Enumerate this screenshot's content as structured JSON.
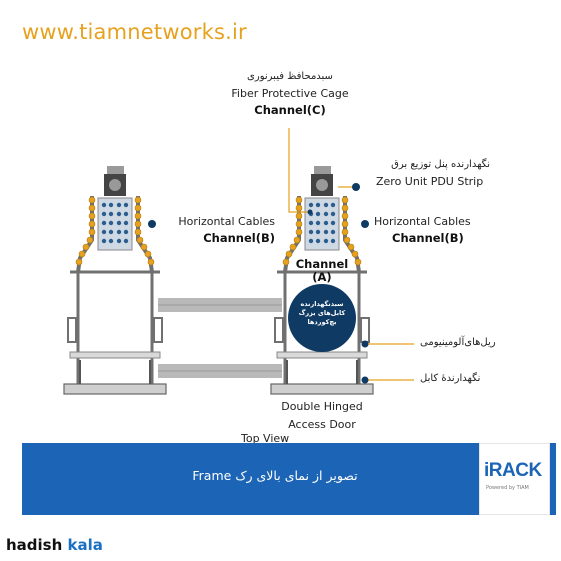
{
  "header": {
    "url": "www.tiamnetworks.ir"
  },
  "labels": {
    "fiber_cage_fa": "سبدمحافظ فیبرنوری",
    "fiber_cage_en": "Fiber Protective Cage",
    "channel_c": "Channel(C)",
    "pdu_fa": "نگهدارنده پنل توزیع برق",
    "pdu_en": "Zero Unit PDU Strip",
    "horizontal_left": "Horizontal Cables",
    "channel_b_left": "Channel(B)",
    "horizontal_right": "Horizontal Cables",
    "channel_b_right": "Channel(B)",
    "channel_a_line1": "Channel",
    "channel_a_line2": "(A)",
    "circle_line1": "سبدنگهدارنده",
    "circle_line2": "کابل‌های بزرگ",
    "circle_line3": "بچ‌کوردها",
    "aluminum_rail_fa": "ریل‌های‌آلومینیومی",
    "cable_holder_fa": "نگهدارندهٔ کابل",
    "door_line1": "Double Hinged",
    "door_line2": "Access Door",
    "top_view": "Top View"
  },
  "banner": {
    "caption": "تصویر از نمای بالای رک Frame"
  },
  "logo": {
    "main": "iRACK",
    "sub": "Powered by TIAM"
  },
  "footer": {
    "brand_part1": "hadish",
    "brand_part2": "kala"
  },
  "colors": {
    "accent_orange": "#e6a21f",
    "banner_blue": "#1b64b6",
    "rack_gray": "#707070",
    "circle_navy": "#0f3a63"
  }
}
